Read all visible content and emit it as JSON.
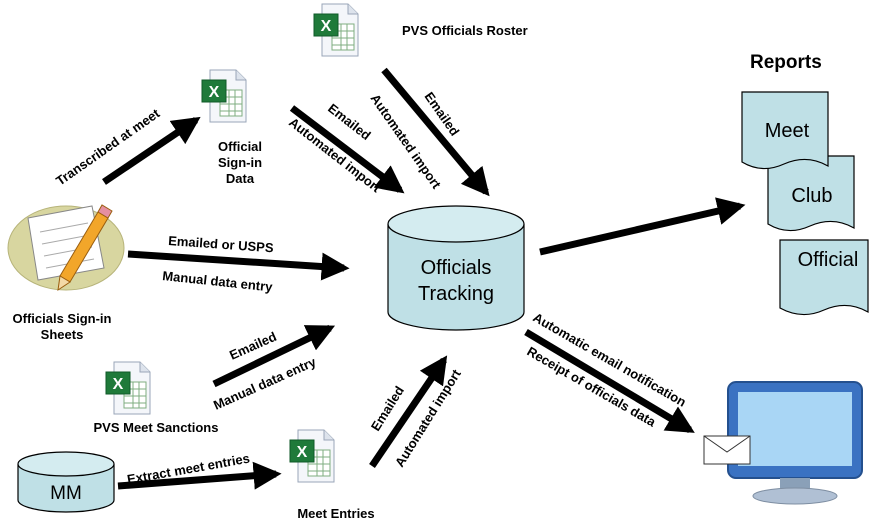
{
  "nodes": {
    "roster": "PVS Officials Roster",
    "signin_data": [
      "Official",
      "Sign-in",
      "Data"
    ],
    "signin_sheets": [
      "Officials Sign-in",
      "Sheets"
    ],
    "tracking": [
      "Officials",
      "Tracking"
    ],
    "sanctions": "PVS Meet Sanctions",
    "mm": "MM",
    "meet_entries": "Meet Entries"
  },
  "reports": {
    "title": "Reports",
    "items": [
      "Meet",
      "Club",
      "Official"
    ]
  },
  "edges": {
    "transcribed": "Transcribed at meet",
    "emailed": "Emailed",
    "automated_import": "Automated import",
    "emailed_or_usps": "Emailed  or  USPS",
    "manual_entry": "Manual data entry",
    "extract": "Extract meet entries",
    "auto_email": "Automatic email notification",
    "receipt": "Receipt of officials data"
  },
  "icons": {
    "spreadsheet": "excel-spreadsheet-icon",
    "signin_sheet": "paper-pencil-icon",
    "computer": "computer-monitor-email-icon",
    "database": "database-cylinder-icon"
  }
}
